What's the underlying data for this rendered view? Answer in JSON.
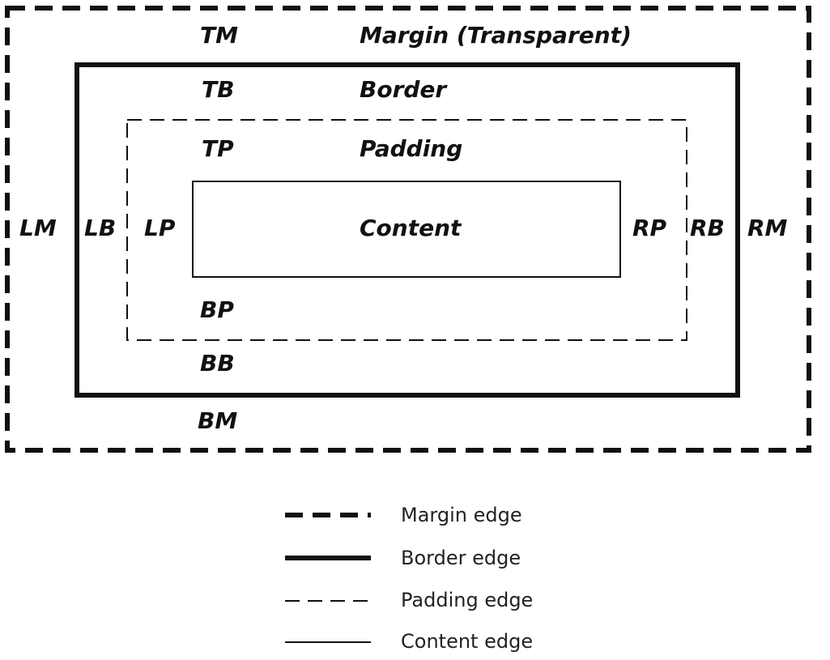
{
  "diagram": {
    "layers": {
      "margin": {
        "title": "Margin (Transparent)",
        "top": "TM",
        "bottom": "BM",
        "left": "LM",
        "right": "RM"
      },
      "border": {
        "title": "Border",
        "top": "TB",
        "bottom": "BB",
        "left": "LB",
        "right": "RB"
      },
      "padding": {
        "title": "Padding",
        "top": "TP",
        "bottom": "BP",
        "left": "LP",
        "right": "RP"
      },
      "content": {
        "title": "Content"
      }
    }
  },
  "legend": {
    "items": [
      {
        "label": "Margin edge",
        "style": "thick-dashed"
      },
      {
        "label": "Border edge",
        "style": "thick-solid"
      },
      {
        "label": "Padding edge",
        "style": "thin-dashed"
      },
      {
        "label": "Content edge",
        "style": "thin-solid"
      }
    ]
  },
  "colors": {
    "line": "#111111",
    "background": "#ffffff"
  }
}
